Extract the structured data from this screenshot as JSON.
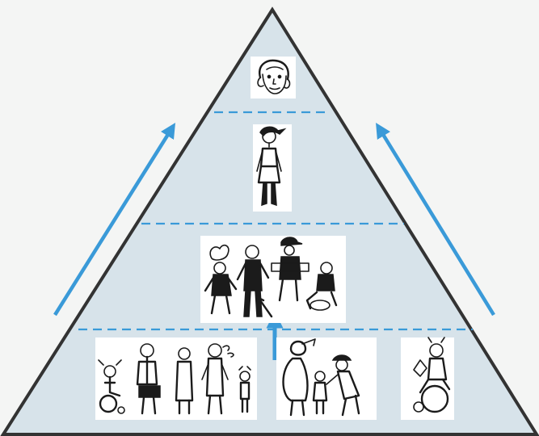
{
  "diagram": {
    "levels": [
      {
        "id": "apex",
        "figures": [
          "woman-face"
        ]
      },
      {
        "id": "upper",
        "figures": [
          "standing-woman"
        ]
      },
      {
        "id": "middle",
        "figures": [
          "group-of-people"
        ]
      },
      {
        "id": "base",
        "figures": [
          "wheelchair-child",
          "standing-person",
          "standing-person",
          "person-with-ribbons",
          "small-child",
          "pregnant-woman",
          "parent-with-child",
          "adult-with-child",
          "wheelchair-person"
        ]
      }
    ],
    "colors": {
      "pyramid_fill": "#d7e3ea",
      "pyramid_outline": "#333333",
      "divider": "#3a9ad8",
      "arrow": "#3a9ad8",
      "photo_background": "#ffffff",
      "ink": "#1b1b1b"
    },
    "arrows": [
      {
        "name": "left-upward-arrow",
        "direction": "up"
      },
      {
        "name": "right-upward-arrow",
        "direction": "up"
      },
      {
        "name": "center-upward-arrow",
        "direction": "up"
      }
    ]
  }
}
